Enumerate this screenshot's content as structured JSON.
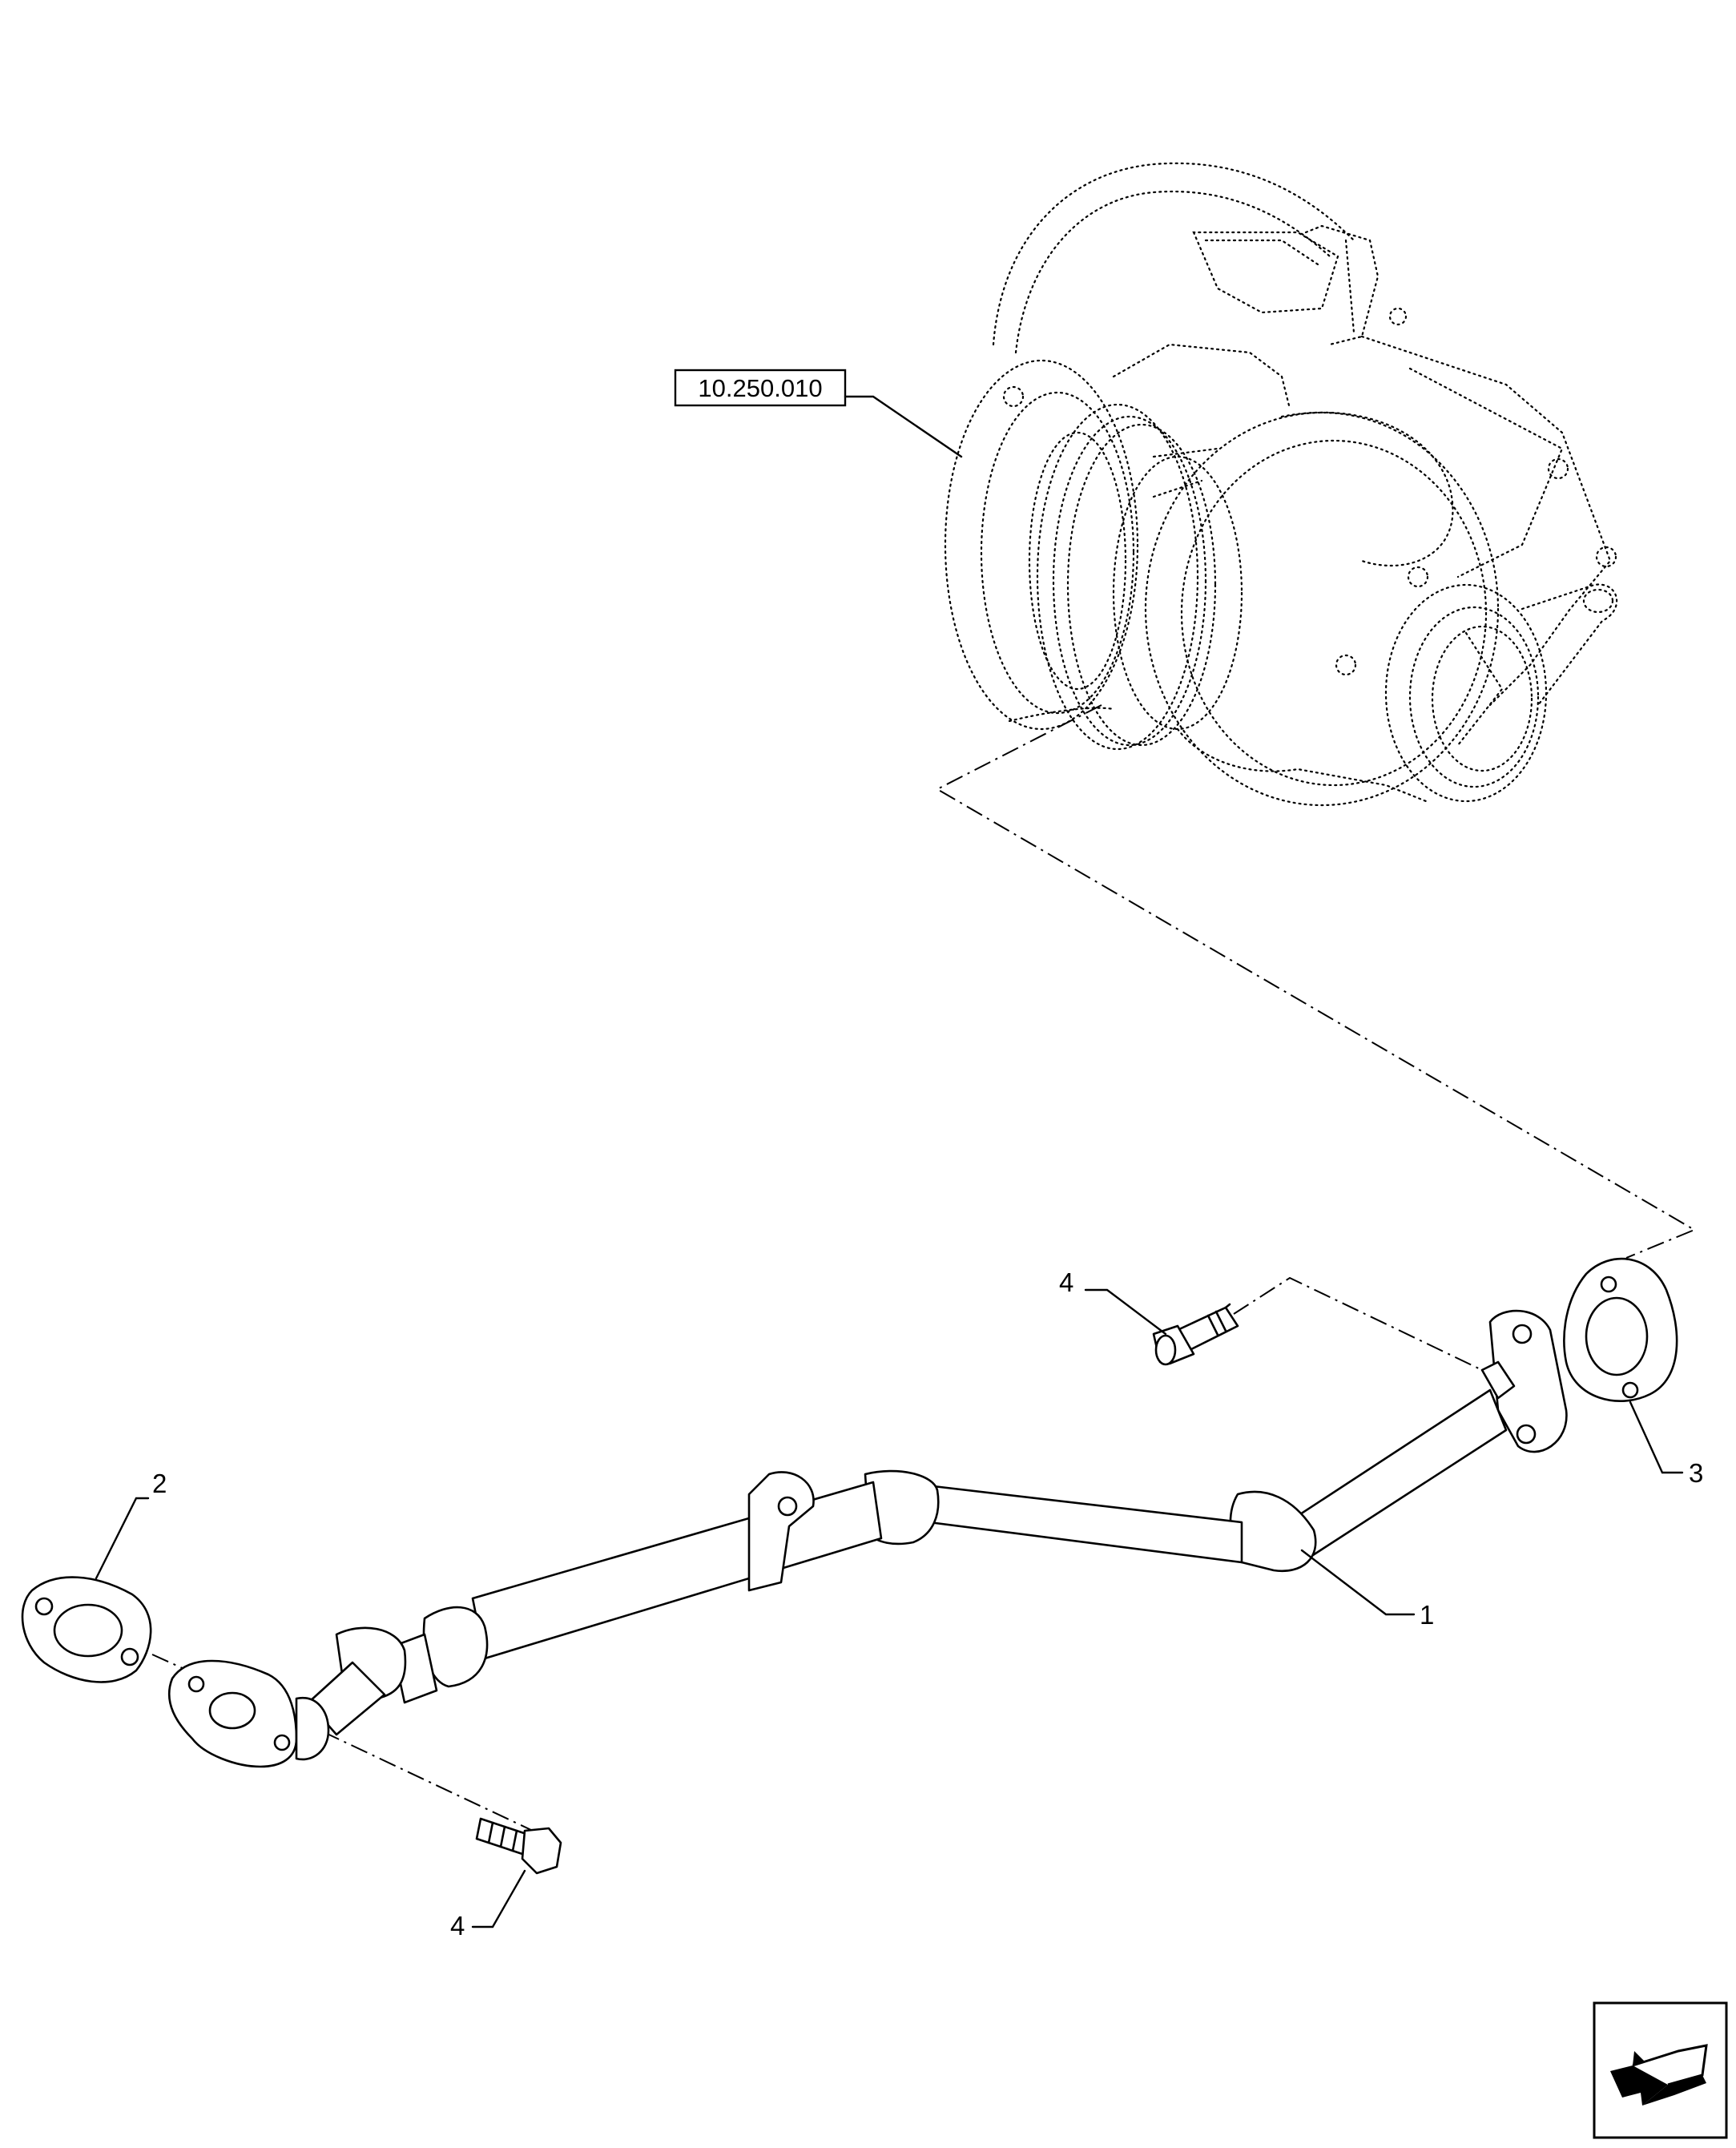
{
  "reference": {
    "code": "10.250.010"
  },
  "callouts": [
    {
      "id": "1",
      "label": "1"
    },
    {
      "id": "2",
      "label": "2"
    },
    {
      "id": "3",
      "label": "3"
    },
    {
      "id": "4a",
      "label": "4"
    },
    {
      "id": "4b",
      "label": "4"
    }
  ],
  "icons": {
    "nav": "page-navigation-arrow-icon"
  }
}
